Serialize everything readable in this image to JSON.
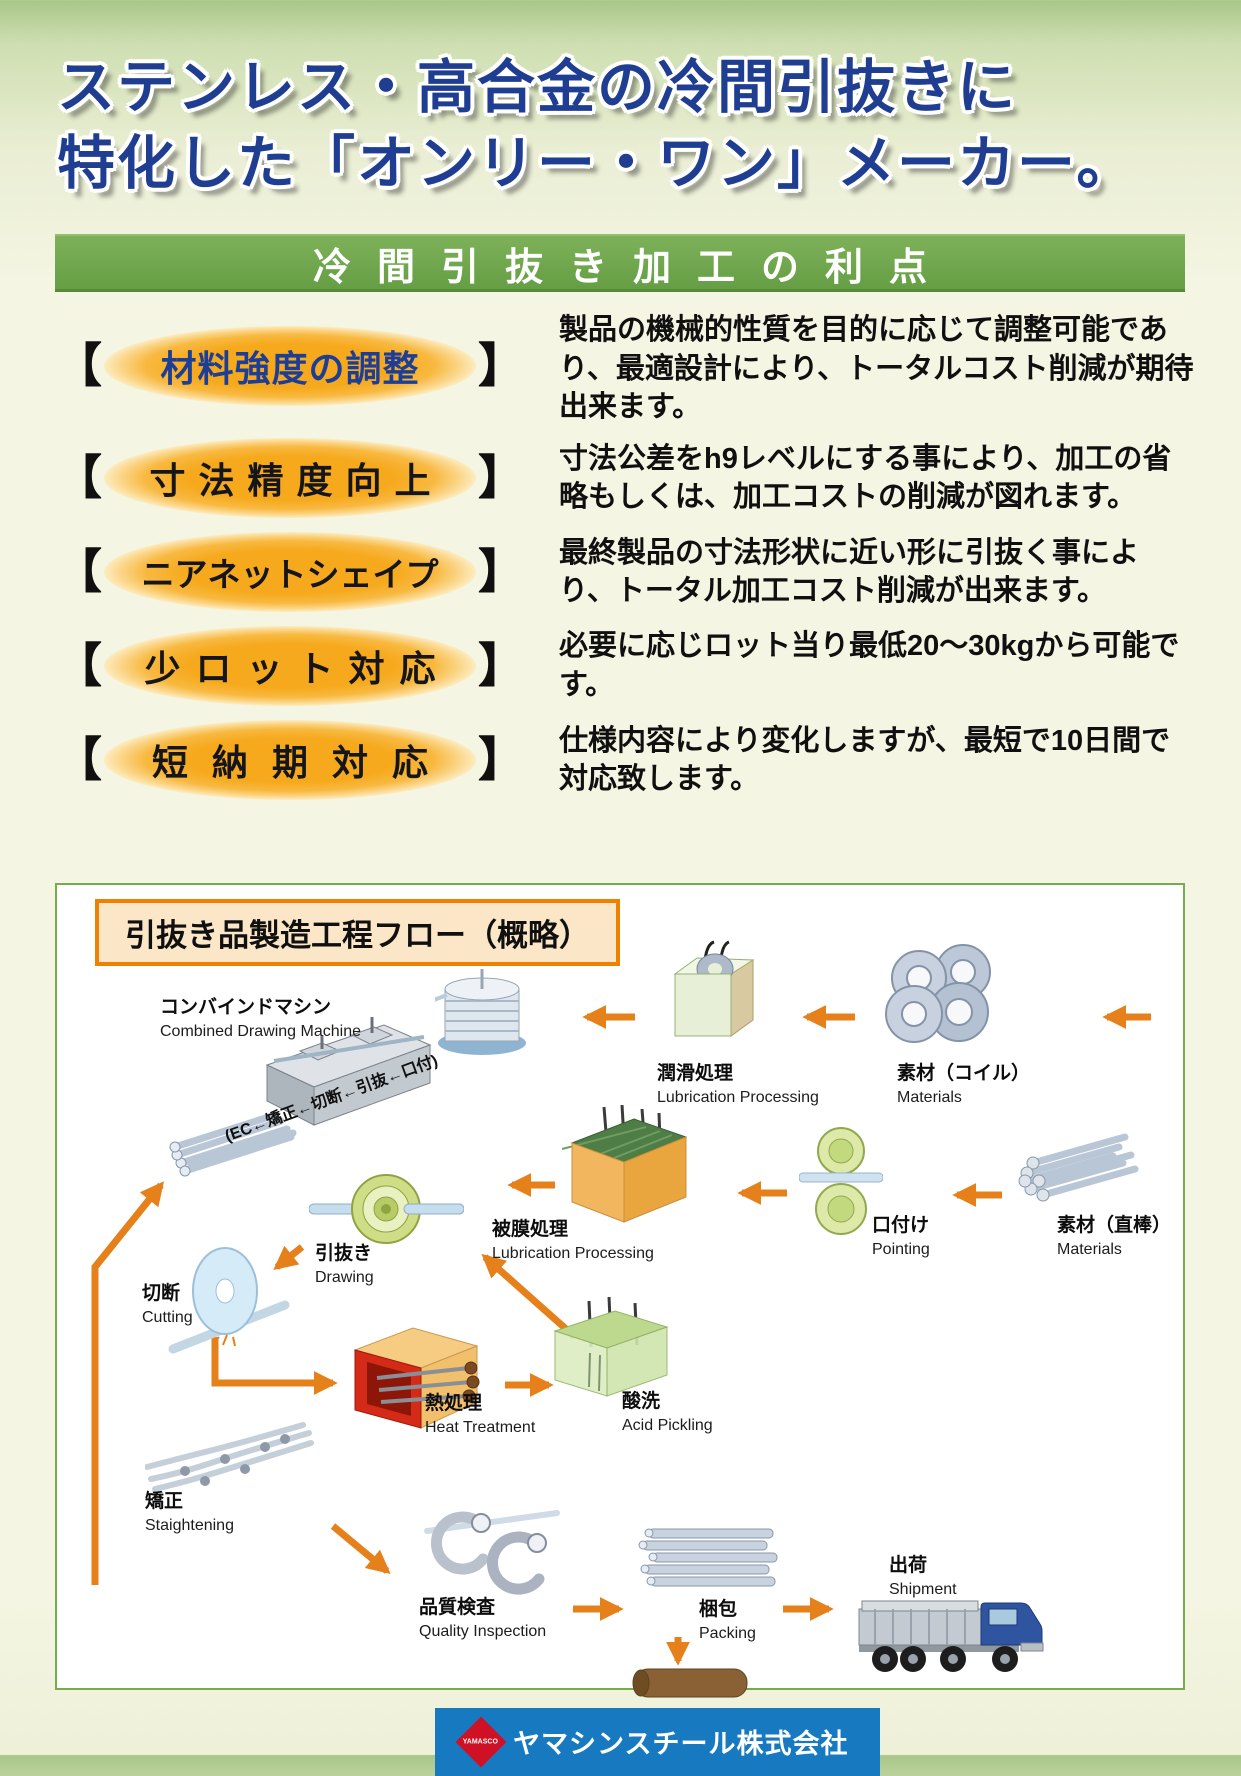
{
  "header": {
    "title_line1": "ステンレス・高合金の冷間引抜きに",
    "title_line2": "特化した「オンリー・ワン」メーカー。",
    "banner": "冷間引抜き加工の利点"
  },
  "brackets": {
    "open": "【",
    "close": "】"
  },
  "benefits": [
    {
      "label": "材料強度の調整",
      "text": "製品の機械的性質を目的に応じて調整可能であり、最適設計により、トータルコスト削減が期待出来ます。"
    },
    {
      "label": "寸法精度向上",
      "text": "寸法公差をh9レベルにする事により、加工の省略もしくは、加工コストの削減が図れます。"
    },
    {
      "label": "ニアネットシェイプ",
      "text": "最終製品の寸法形状に近い形に引抜く事により、トータル加工コスト削減が出来ます。"
    },
    {
      "label": "少ロット対応",
      "text": "必要に応じロット当り最低20〜30kgから可能です。"
    },
    {
      "label": "短納期対応",
      "text": "仕様内容により変化しますが、最短で10日間で対応致します。"
    }
  ],
  "flow": {
    "title": "引抜き品製造工程フロー（概略）",
    "machine_note": "(EC←矯正←切断←引抜←口付)",
    "nodes": {
      "combined": {
        "ja": "コンバインドマシン",
        "en": "Combined Drawing Machine"
      },
      "lubrication": {
        "ja": "潤滑処理",
        "en": "Lubrication Processing"
      },
      "material_coil": {
        "ja": "素材（コイル）",
        "en": "Materials"
      },
      "coating": {
        "ja": "被膜処理",
        "en": "Lubrication Processing"
      },
      "pointing": {
        "ja": "口付け",
        "en": "Pointing"
      },
      "material_bar": {
        "ja": "素材（直棒）",
        "en": "Materials"
      },
      "drawing": {
        "ja": "引抜き",
        "en": "Drawing"
      },
      "cutting": {
        "ja": "切断",
        "en": "Cutting"
      },
      "heat_treatment": {
        "ja": "熱処理",
        "en": "Heat Treatment"
      },
      "acid_pickling": {
        "ja": "酸洗",
        "en": "Acid Pickling"
      },
      "straightening": {
        "ja": "矯正",
        "en": "Staightening"
      },
      "inspection": {
        "ja": "品質検査",
        "en": "Quality Inspection"
      },
      "packing": {
        "ja": "梱包",
        "en": "Packing"
      },
      "shipment": {
        "ja": "出荷",
        "en": "Shipment"
      }
    }
  },
  "footer": {
    "company": "ヤマシンスチール株式会社",
    "logo_mark": "YAMASCO"
  },
  "colors": {
    "accent_orange": "#e5801a",
    "banner_green": "#6fa84e",
    "title_blue": "#1f3e91",
    "oval_yellow": "#f6a91c",
    "footer_blue": "#1779c0",
    "logo_red": "#cf1126"
  }
}
